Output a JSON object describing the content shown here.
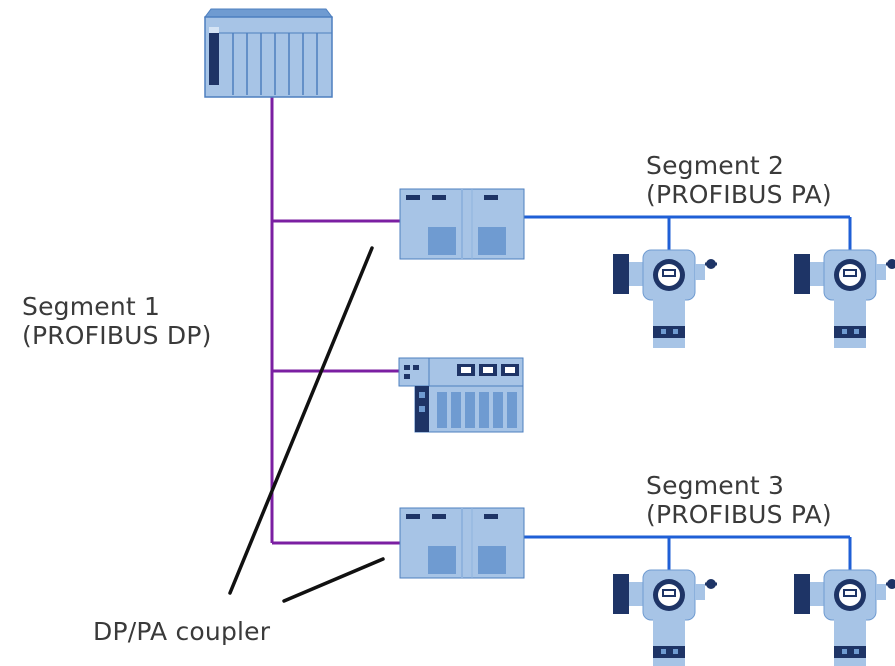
{
  "segments": [
    {
      "name": "Segment 1",
      "protocol": "(PROFIBUS DP)"
    },
    {
      "name": "Segment 2",
      "protocol": "(PROFIBUS PA)"
    },
    {
      "name": "Segment 3",
      "protocol": "(PROFIBUS PA)"
    }
  ],
  "coupler_label": "DP/PA coupler",
  "colors": {
    "dp_line": "#7b1fa2",
    "pa_line": "#1f5fd6",
    "pointer": "#111111",
    "device_fill": "#a7c4e6",
    "device_dark": "#6f9bd1",
    "device_outline": "#4d7fbf",
    "navy": "#1e3466"
  },
  "icons": [
    "plc-controller-icon",
    "dp-pa-coupler-icon",
    "remote-io-icon",
    "pressure-transmitter-icon"
  ]
}
